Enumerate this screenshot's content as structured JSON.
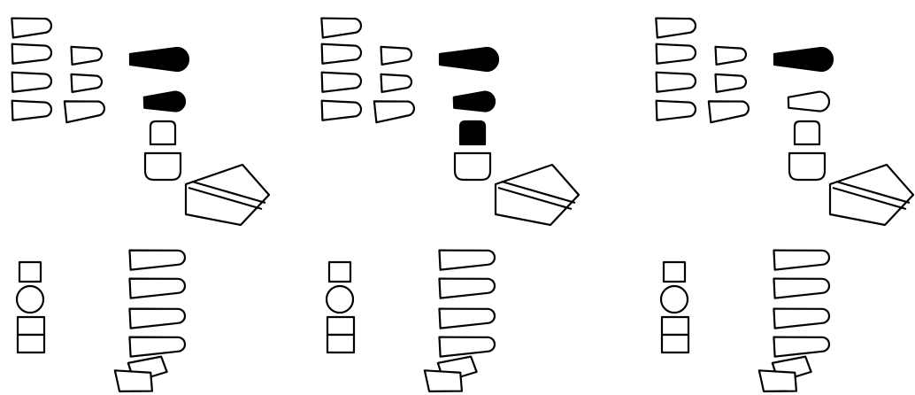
{
  "colors": {
    "background": "#ffffff",
    "outline": "#000000",
    "filled": "#000000",
    "unfilled": "#ffffff"
  },
  "panels": [
    {
      "id": "panel-1",
      "filled_parts": [
        "upper-arm",
        "lower-arm"
      ]
    },
    {
      "id": "panel-2",
      "filled_parts": [
        "upper-arm",
        "lower-arm",
        "hand"
      ]
    },
    {
      "id": "panel-3",
      "filled_parts": [
        "upper-arm"
      ]
    }
  ]
}
